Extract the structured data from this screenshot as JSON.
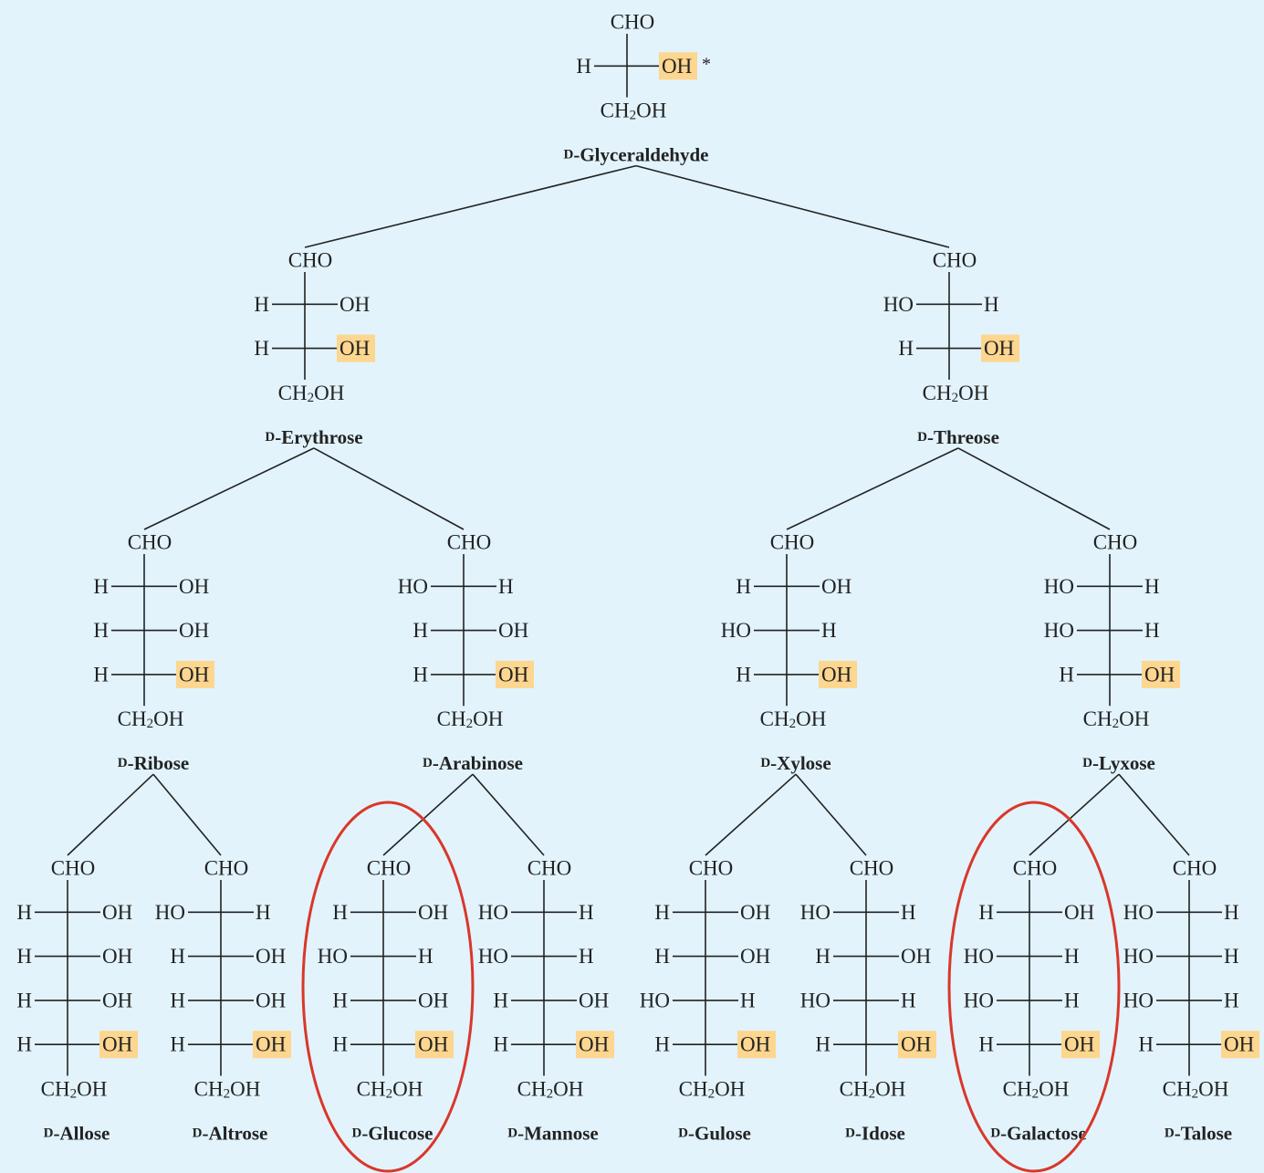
{
  "diagram": {
    "aldehyde": "CHO",
    "terminal": "CH₂OH",
    "stereo_marker": "*",
    "colors": {
      "background": "#e2f3fc",
      "highlight": "#fdd68f",
      "ink": "#222222",
      "circle": "#d9372a"
    },
    "sugars": [
      {
        "id": "glyceraldehyde",
        "prefix": "D",
        "name": "-Glyceraldehyde",
        "rows": [
          [
            "H",
            "OH"
          ]
        ]
      },
      {
        "id": "erythrose",
        "prefix": "D",
        "name": "-Erythrose",
        "rows": [
          [
            "H",
            "OH"
          ],
          [
            "H",
            "OH"
          ]
        ]
      },
      {
        "id": "threose",
        "prefix": "D",
        "name": "-Threose",
        "rows": [
          [
            "HO",
            "H"
          ],
          [
            "H",
            "OH"
          ]
        ]
      },
      {
        "id": "ribose",
        "prefix": "D",
        "name": "-Ribose",
        "rows": [
          [
            "H",
            "OH"
          ],
          [
            "H",
            "OH"
          ],
          [
            "H",
            "OH"
          ]
        ]
      },
      {
        "id": "arabinose",
        "prefix": "D",
        "name": "-Arabinose",
        "rows": [
          [
            "HO",
            "H"
          ],
          [
            "H",
            "OH"
          ],
          [
            "H",
            "OH"
          ]
        ]
      },
      {
        "id": "xylose",
        "prefix": "D",
        "name": "-Xylose",
        "rows": [
          [
            "H",
            "OH"
          ],
          [
            "HO",
            "H"
          ],
          [
            "H",
            "OH"
          ]
        ]
      },
      {
        "id": "lyxose",
        "prefix": "D",
        "name": "-Lyxose",
        "rows": [
          [
            "HO",
            "H"
          ],
          [
            "HO",
            "H"
          ],
          [
            "H",
            "OH"
          ]
        ]
      },
      {
        "id": "allose",
        "prefix": "D",
        "name": "-Allose",
        "rows": [
          [
            "H",
            "OH"
          ],
          [
            "H",
            "OH"
          ],
          [
            "H",
            "OH"
          ],
          [
            "H",
            "OH"
          ]
        ]
      },
      {
        "id": "altrose",
        "prefix": "D",
        "name": "-Altrose",
        "rows": [
          [
            "HO",
            "H"
          ],
          [
            "H",
            "OH"
          ],
          [
            "H",
            "OH"
          ],
          [
            "H",
            "OH"
          ]
        ]
      },
      {
        "id": "glucose",
        "prefix": "D",
        "name": "-Glucose",
        "rows": [
          [
            "H",
            "OH"
          ],
          [
            "HO",
            "H"
          ],
          [
            "H",
            "OH"
          ],
          [
            "H",
            "OH"
          ]
        ],
        "circled": true
      },
      {
        "id": "mannose",
        "prefix": "D",
        "name": "-Mannose",
        "rows": [
          [
            "HO",
            "H"
          ],
          [
            "HO",
            "H"
          ],
          [
            "H",
            "OH"
          ],
          [
            "H",
            "OH"
          ]
        ]
      },
      {
        "id": "gulose",
        "prefix": "D",
        "name": "-Gulose",
        "rows": [
          [
            "H",
            "OH"
          ],
          [
            "H",
            "OH"
          ],
          [
            "HO",
            "H"
          ],
          [
            "H",
            "OH"
          ]
        ]
      },
      {
        "id": "idose",
        "prefix": "D",
        "name": "-Idose",
        "rows": [
          [
            "HO",
            "H"
          ],
          [
            "H",
            "OH"
          ],
          [
            "HO",
            "H"
          ],
          [
            "H",
            "OH"
          ]
        ]
      },
      {
        "id": "galactose",
        "prefix": "D",
        "name": "-Galactose",
        "rows": [
          [
            "H",
            "OH"
          ],
          [
            "HO",
            "H"
          ],
          [
            "HO",
            "H"
          ],
          [
            "H",
            "OH"
          ]
        ],
        "circled": true
      },
      {
        "id": "talose",
        "prefix": "D",
        "name": "-Talose",
        "rows": [
          [
            "HO",
            "H"
          ],
          [
            "HO",
            "H"
          ],
          [
            "HO",
            "H"
          ],
          [
            "H",
            "OH"
          ]
        ]
      }
    ],
    "edges": [
      [
        "glyceraldehyde",
        "erythrose"
      ],
      [
        "glyceraldehyde",
        "threose"
      ],
      [
        "erythrose",
        "ribose"
      ],
      [
        "erythrose",
        "arabinose"
      ],
      [
        "threose",
        "xylose"
      ],
      [
        "threose",
        "lyxose"
      ],
      [
        "ribose",
        "allose"
      ],
      [
        "ribose",
        "altrose"
      ],
      [
        "arabinose",
        "glucose"
      ],
      [
        "arabinose",
        "mannose"
      ],
      [
        "xylose",
        "gulose"
      ],
      [
        "xylose",
        "idose"
      ],
      [
        "lyxose",
        "galactose"
      ],
      [
        "lyxose",
        "talose"
      ]
    ]
  }
}
